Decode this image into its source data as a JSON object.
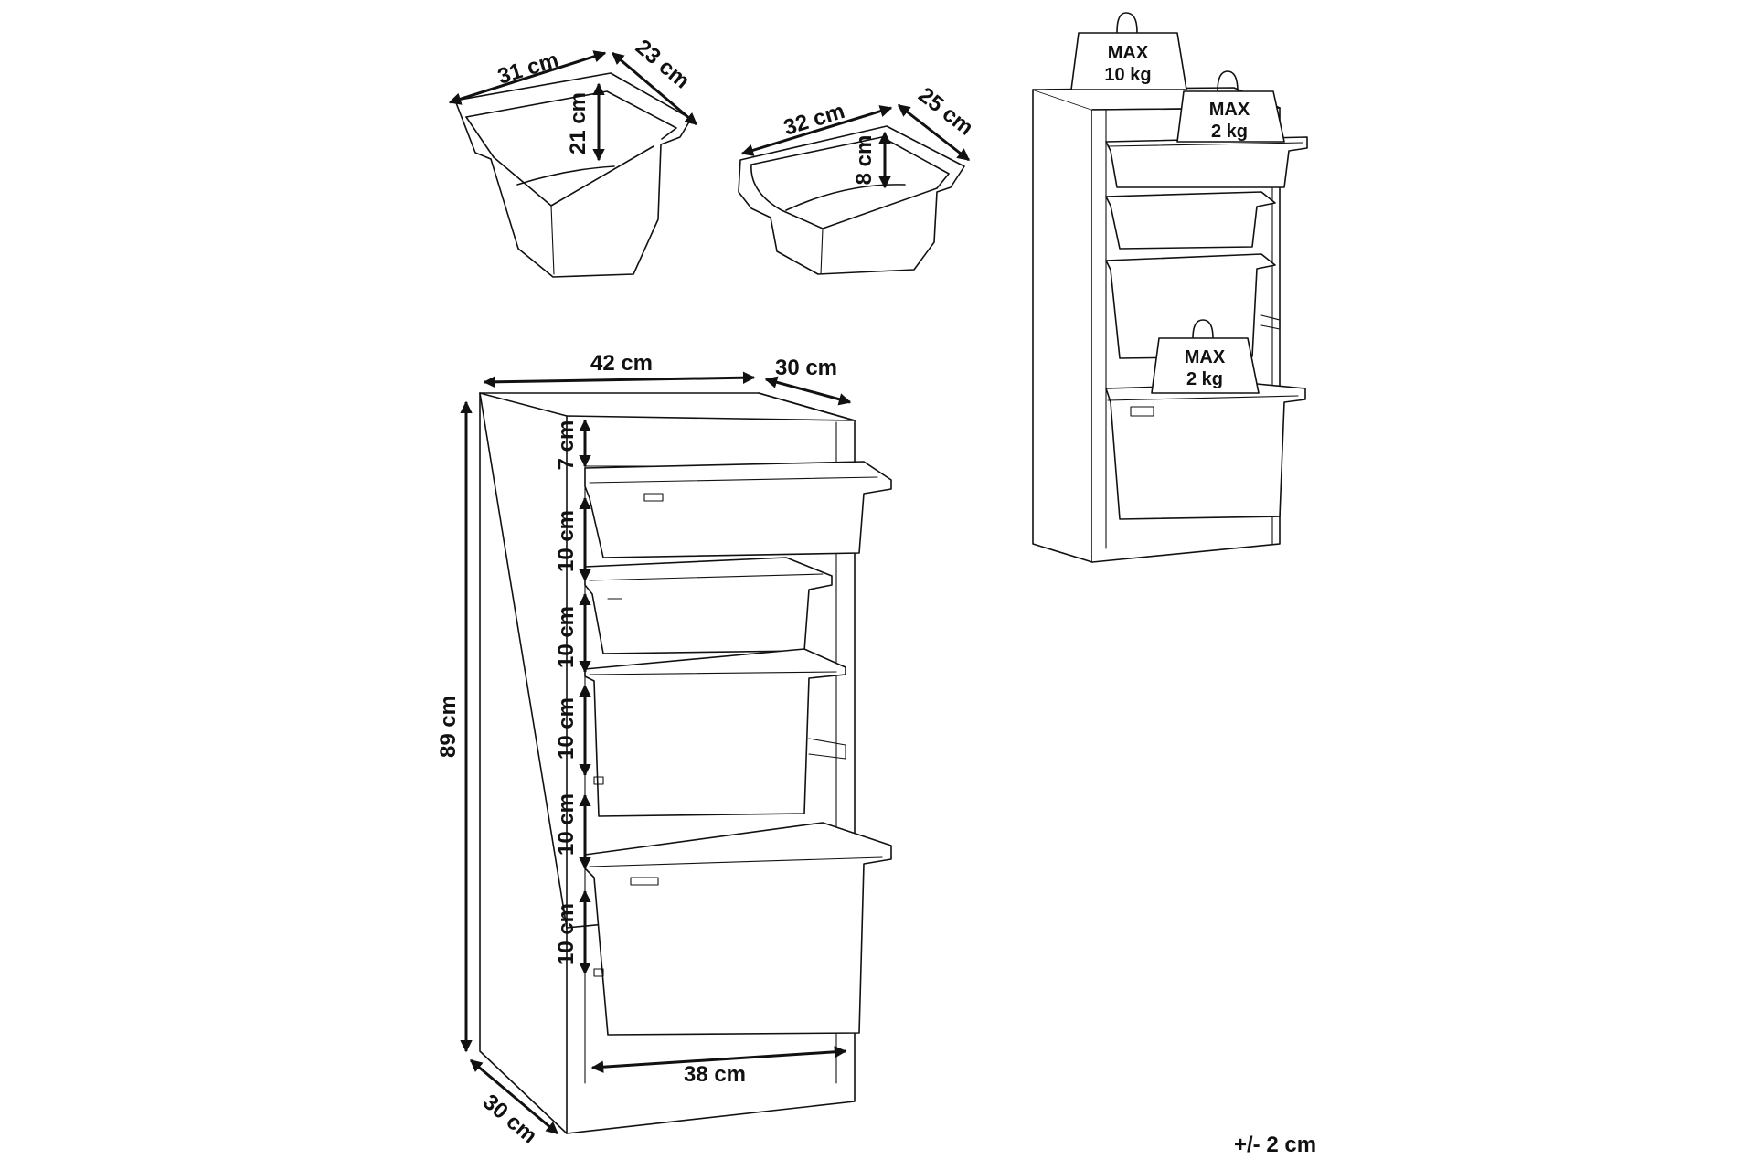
{
  "bins": {
    "large": {
      "width": "31 cm",
      "depth": "23 cm",
      "height": "21 cm"
    },
    "small": {
      "width": "32 cm",
      "depth": "25 cm",
      "height": "8 cm"
    }
  },
  "unit": {
    "width": "42 cm",
    "depth_top": "30 cm",
    "height": "89 cm",
    "depth_bottom": "30 cm",
    "inner_width": "38 cm",
    "spacings": [
      "7 cm",
      "10 cm",
      "10 cm",
      "10 cm",
      "10 cm",
      "10 cm"
    ]
  },
  "load": {
    "top": {
      "line1": "MAX",
      "line2": "10 kg"
    },
    "bin_upper": {
      "line1": "MAX",
      "line2": "2 kg"
    },
    "bin_lower": {
      "line1": "MAX",
      "line2": "2 kg"
    }
  },
  "tolerance": "+/- 2 cm"
}
